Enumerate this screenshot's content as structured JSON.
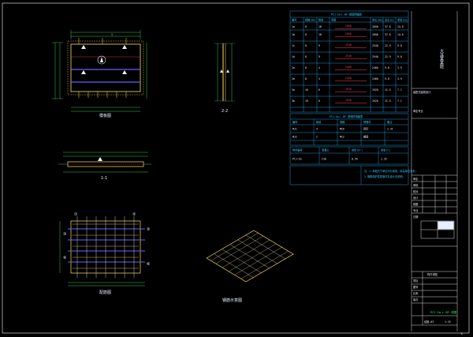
{
  "colors": {
    "background": "#000000",
    "frame": "#d8d8d8",
    "table_line": "#2fb8ff",
    "panel_outline": "#ffe15a",
    "dimension": "#39ff6a",
    "rebar_blue": "#6a5cff",
    "rebar_red": "#ff3b5c"
  },
  "views": {
    "plan_title": "模板图",
    "elevation_label": "2-2",
    "section_label": "1-1",
    "rebar_plan_title": "配筋图",
    "isometric_title": "钢筋示意图",
    "section_marker": "1",
    "level_marker": "A",
    "grid_bubbles": [
      "①",
      "②",
      "③",
      "④",
      "⑤",
      "⑥"
    ]
  },
  "rebar_table": {
    "title": "PCJ-5a-L-BF-钢筋明细表",
    "header": [
      "编号",
      "规格(mm)",
      "数量",
      "简图",
      "单长(mm)",
      "总长(m)",
      "重量(kg)"
    ],
    "rows": [
      [
        "1a",
        "8",
        "18",
        "",
        "2090",
        "37.6",
        "14.8"
      ],
      [
        "1b",
        "8",
        "18",
        "",
        "2090",
        "37.6",
        "14.8"
      ],
      [
        "1c",
        "8",
        "9",
        "",
        "2540",
        "22.9",
        "9.0"
      ],
      [
        "1d",
        "8",
        "9",
        "",
        "2540",
        "22.9",
        "9.0"
      ],
      [
        "2a",
        "8",
        "4",
        "",
        "2460",
        "9.8",
        "3.9"
      ],
      [
        "2b",
        "8",
        "4",
        "",
        "2460",
        "9.8",
        "3.9"
      ],
      [
        "3a",
        "10",
        "6",
        "",
        "1920",
        "11.5",
        "7.1"
      ],
      [
        "3b",
        "10",
        "6",
        "",
        "1920",
        "11.5",
        "7.1"
      ]
    ],
    "red_labels": [
      "2090",
      "2090",
      "2540",
      "2540",
      "2460",
      "2460",
      "1920",
      "1920"
    ]
  },
  "embed_table": {
    "title": "PCJ-5a-L-BF-预埋件明细表",
    "header": [
      "编号",
      "数量",
      "规格",
      "预埋件",
      "备注"
    ],
    "rows": [
      [
        "MJ1",
        "4",
        "M16",
        "吊钉",
        "1.3t"
      ],
      [
        "MJ2",
        "2",
        "M12",
        "螺母",
        "-"
      ]
    ]
  },
  "summary_table": {
    "header": [
      "构件编号",
      "混凝土",
      "体积(m³)",
      "重量(t)"
    ],
    "rows": [
      [
        "PCJ-5a",
        "C30",
        "0.54",
        "1.35"
      ]
    ]
  },
  "notes": [
    "注：1.本图尺寸单位均为毫米，标高单位为米；",
    "2.钢筋保护层厚度详见设计总说明。"
  ],
  "title_block": {
    "vertical_title": "大连某某院",
    "project_stamp": "装配式建筑设计",
    "remark": "审定专业",
    "labels": [
      "审定",
      "审核",
      "校对",
      "设计",
      "制图",
      "专业",
      "日期"
    ],
    "labels_lower": [
      "项目",
      "图号",
      "比例",
      "版次"
    ],
    "sheet_caption": "构件详图",
    "drawing_title": "PCJ-5a-L-BF-详图",
    "drawing_no": "结施-03",
    "scale": "1:25",
    "page_mark": "K"
  }
}
